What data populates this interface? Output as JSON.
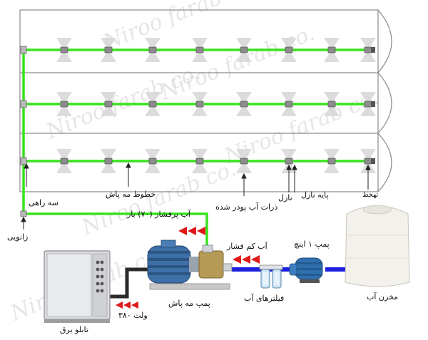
{
  "colors": {
    "pipe_green": "#39e21f",
    "pipe_blue": "#1a1fe0",
    "pipe_dark": "#2a2a2a",
    "arrow_red": "#e01818",
    "frame": "#8a8a8a",
    "spray": "#d6d6d6"
  },
  "watermark": "Niroo farab co.",
  "labels": {
    "tee": "سه راهی",
    "elbow": "زانویی",
    "mist_lines": "خطوط مه پاش",
    "atomized_water": "ذرات آب پودر شده",
    "nozzle": "نازل",
    "nozzle_base": "پایه نازل",
    "end_cap": "تهخط",
    "hp_water": "آب پرفشار (۷۰) بار",
    "lp_water": "آب کم فشار",
    "pump_1inch": "پمپ ۱ اینچ",
    "water_tank": "مخزن آب",
    "water_filters": "فیلترهای آب",
    "mist_pump": "پمپ مه پاش",
    "voltage": "ولت ۳۸۰",
    "panel": "تابلو برق"
  },
  "icons": {
    "nozzle": "nozzle-icon",
    "spray": "spray-cone-icon",
    "pump": "pump-icon",
    "motor": "motor-icon",
    "filter": "filter-icon",
    "tank": "tank-icon",
    "panel": "electrical-panel-icon",
    "flow": "flow-arrow-icon"
  }
}
